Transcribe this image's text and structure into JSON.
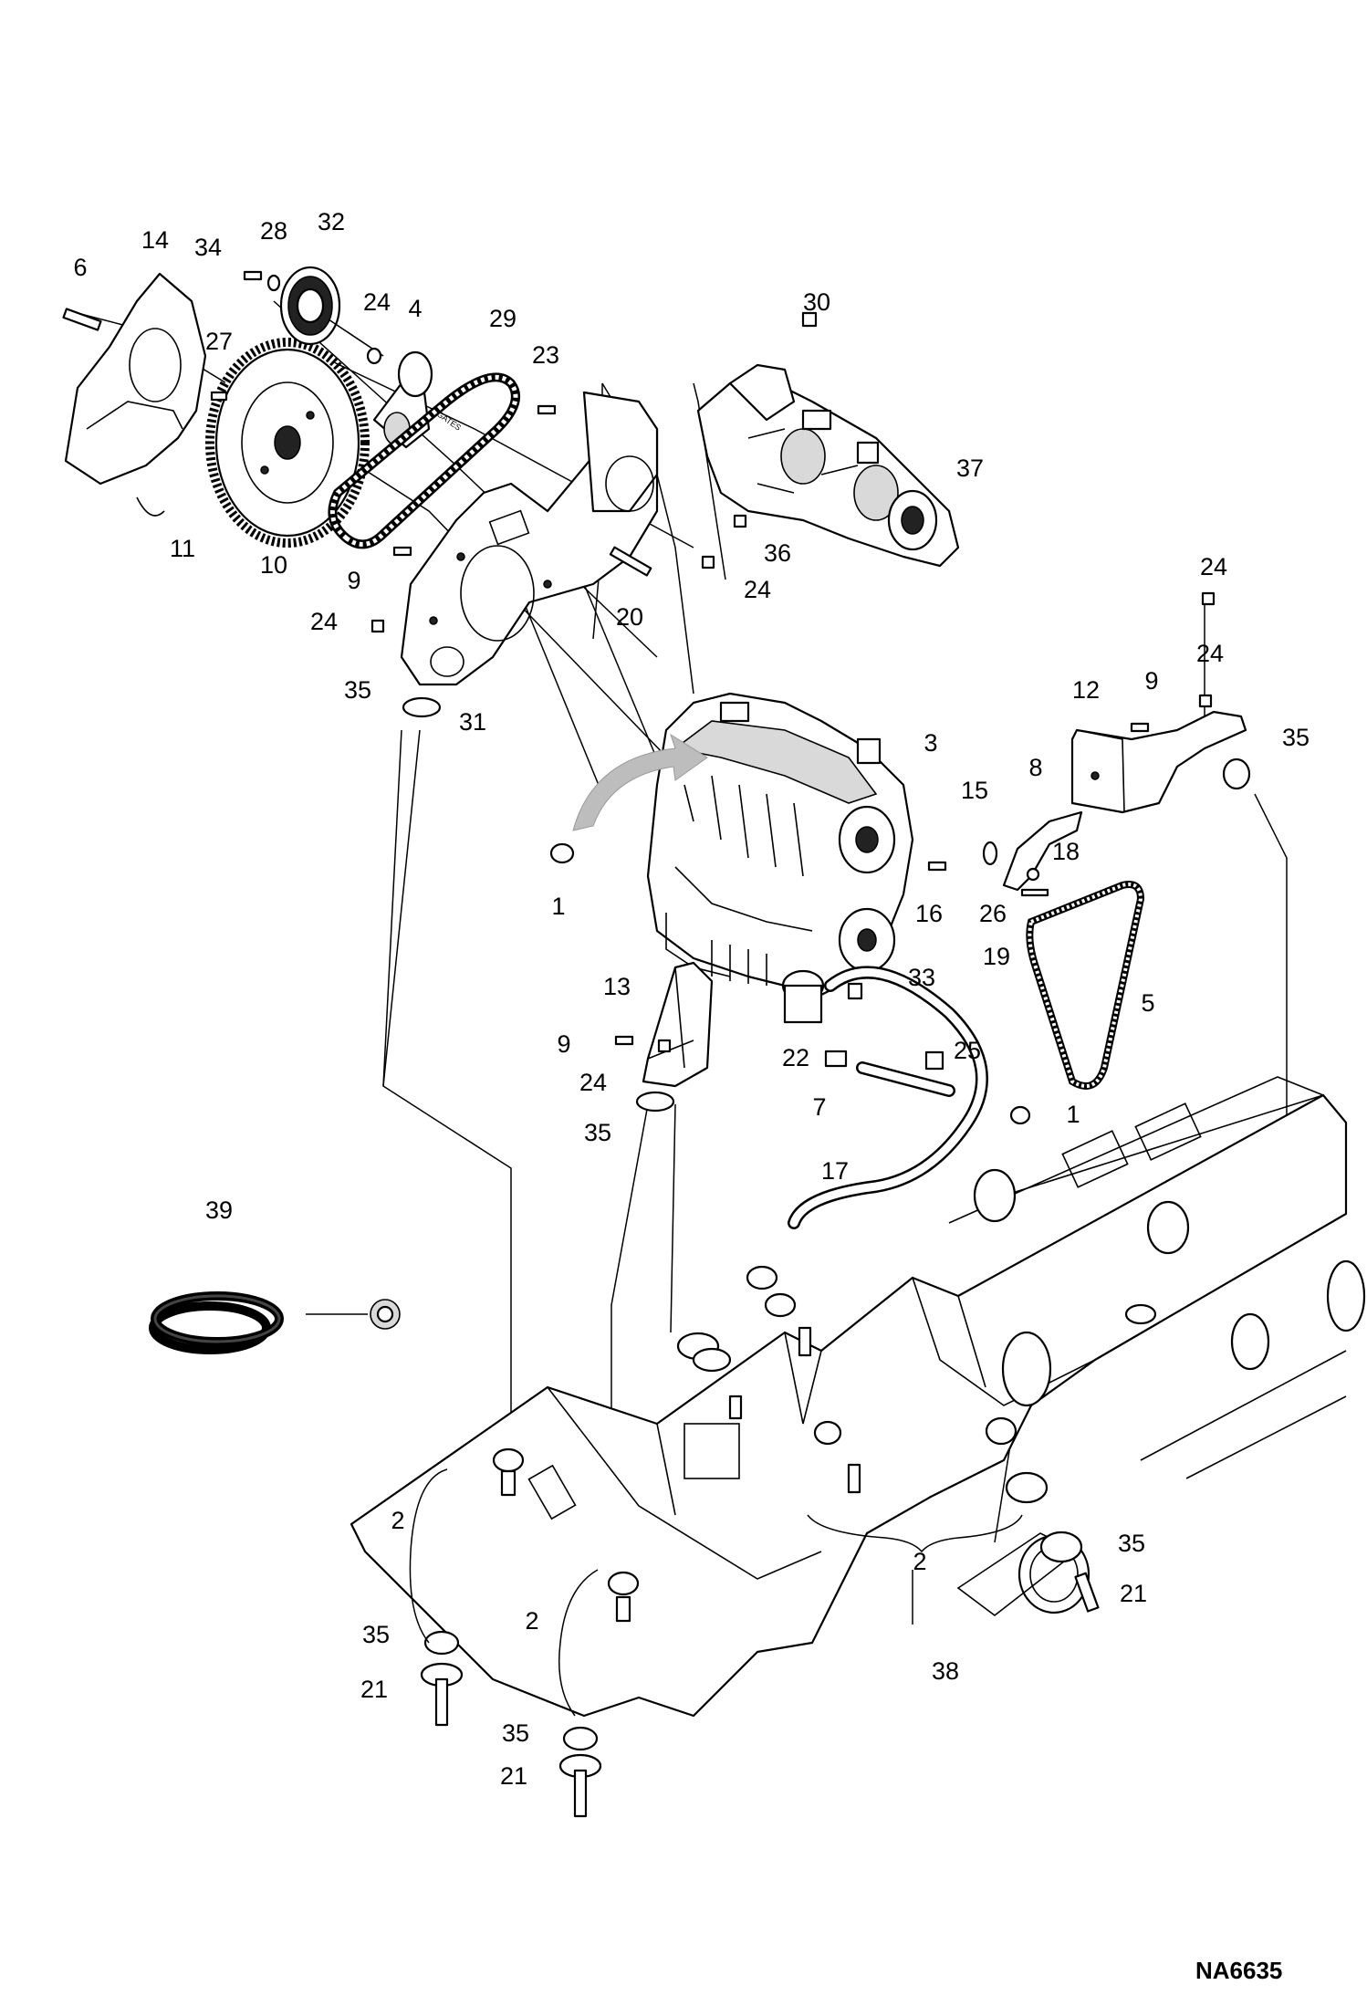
{
  "figure": {
    "id": "NA6635"
  },
  "callouts": [
    {
      "key": "c6",
      "label": "6"
    },
    {
      "key": "c14",
      "label": "14"
    },
    {
      "key": "c34",
      "label": "34"
    },
    {
      "key": "c28",
      "label": "28"
    },
    {
      "key": "c32",
      "label": "32"
    },
    {
      "key": "c27",
      "label": "27"
    },
    {
      "key": "c24a",
      "label": "24"
    },
    {
      "key": "c4",
      "label": "4"
    },
    {
      "key": "c29",
      "label": "29"
    },
    {
      "key": "c23",
      "label": "23"
    },
    {
      "key": "c30",
      "label": "30"
    },
    {
      "key": "c37",
      "label": "37"
    },
    {
      "key": "c36",
      "label": "36"
    },
    {
      "key": "c24b",
      "label": "24"
    },
    {
      "key": "c11",
      "label": "11"
    },
    {
      "key": "c10",
      "label": "10"
    },
    {
      "key": "c9a",
      "label": "9"
    },
    {
      "key": "c20",
      "label": "20"
    },
    {
      "key": "c24c",
      "label": "24"
    },
    {
      "key": "c35a",
      "label": "35"
    },
    {
      "key": "c31",
      "label": "31"
    },
    {
      "key": "c24d",
      "label": "24"
    },
    {
      "key": "c24e",
      "label": "24"
    },
    {
      "key": "c12",
      "label": "12"
    },
    {
      "key": "c9b",
      "label": "9"
    },
    {
      "key": "c35b",
      "label": "35"
    },
    {
      "key": "c3",
      "label": "3"
    },
    {
      "key": "c8",
      "label": "8"
    },
    {
      "key": "c15",
      "label": "15"
    },
    {
      "key": "c18",
      "label": "18"
    },
    {
      "key": "c1a",
      "label": "1"
    },
    {
      "key": "c16",
      "label": "16"
    },
    {
      "key": "c26",
      "label": "26"
    },
    {
      "key": "c19",
      "label": "19"
    },
    {
      "key": "c13",
      "label": "13"
    },
    {
      "key": "c33",
      "label": "33"
    },
    {
      "key": "c5",
      "label": "5"
    },
    {
      "key": "c9c",
      "label": "9"
    },
    {
      "key": "c22",
      "label": "22"
    },
    {
      "key": "c25",
      "label": "25"
    },
    {
      "key": "c24f",
      "label": "24"
    },
    {
      "key": "c7",
      "label": "7"
    },
    {
      "key": "c1b",
      "label": "1"
    },
    {
      "key": "c35c",
      "label": "35"
    },
    {
      "key": "c17",
      "label": "17"
    },
    {
      "key": "c39",
      "label": "39"
    },
    {
      "key": "c2a",
      "label": "2"
    },
    {
      "key": "c2b",
      "label": "2"
    },
    {
      "key": "c2c",
      "label": "2"
    },
    {
      "key": "c35d",
      "label": "35"
    },
    {
      "key": "c21a",
      "label": "21"
    },
    {
      "key": "c35e",
      "label": "35"
    },
    {
      "key": "c21b",
      "label": "21"
    },
    {
      "key": "c35f",
      "label": "35"
    },
    {
      "key": "c21c",
      "label": "21"
    },
    {
      "key": "c38",
      "label": "38"
    }
  ],
  "belt_text": "GATES"
}
